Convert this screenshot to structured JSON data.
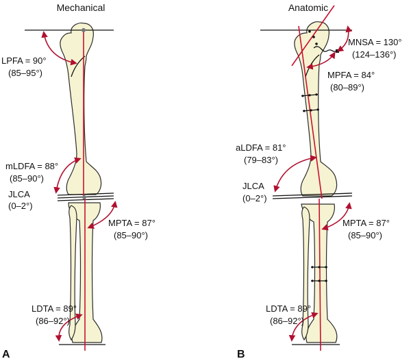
{
  "panels": {
    "a": {
      "letter": "A",
      "title": "Mechanical",
      "lpfa": {
        "name": "LPFA = 90°",
        "range": "(85–95°)"
      },
      "mldfa": {
        "name": "mLDFA = 88°",
        "range": "(85–90°)"
      },
      "jlca": {
        "name": "JLCA",
        "range": "(0–2°)"
      },
      "mpta": {
        "name": "MPTA = 87°",
        "range": "(85–90°)"
      },
      "ldta": {
        "name": "LDTA = 89°",
        "range": "(86–92°)"
      }
    },
    "b": {
      "letter": "B",
      "title": "Anatomic",
      "mnsa": {
        "name": "MNSA = 130°",
        "range": "(124–136°)"
      },
      "mpfa": {
        "name": "MPFA = 84°",
        "range": "(80–89°)"
      },
      "aldfa": {
        "name": "aLDFA = 81°",
        "range": "(79–83°)"
      },
      "jlca": {
        "name": "JLCA",
        "range": "(0–2°)"
      },
      "mpta": {
        "name": "MPTA = 87°",
        "range": "(85–90°)"
      },
      "ldta": {
        "name": "LDTA = 89°",
        "range": "(86–92°)"
      }
    }
  },
  "colors": {
    "axis": "#c8102e",
    "arc": "#b01030",
    "bone": "#f6f3d2",
    "outline": "#2a2a2a"
  }
}
